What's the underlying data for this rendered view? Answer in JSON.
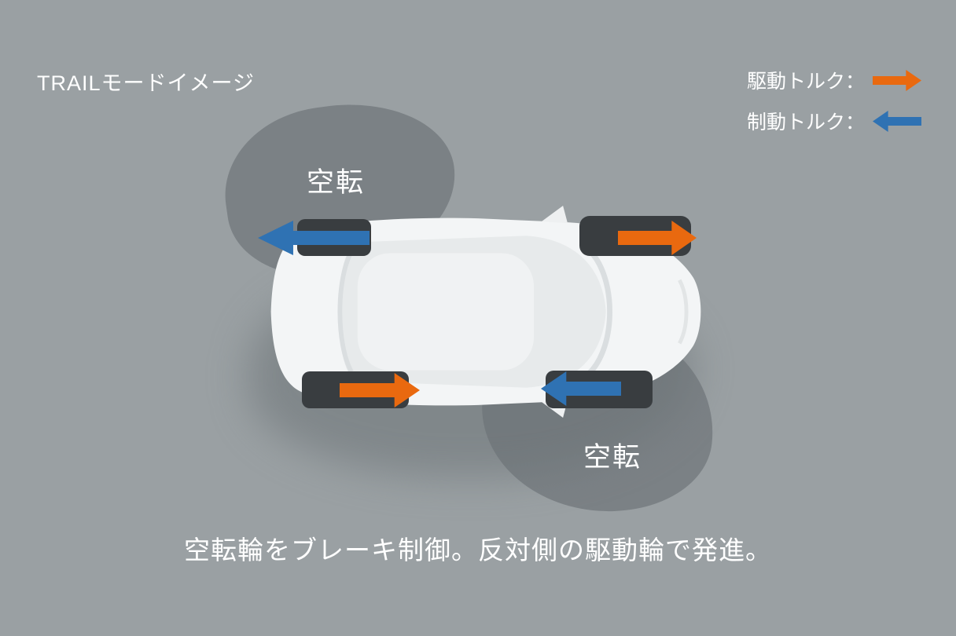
{
  "title": "TRAILモードイメージ",
  "legend": {
    "drive": {
      "label": "駆動トルク：",
      "direction": "right",
      "color": "#e9690f"
    },
    "brake": {
      "label": "制動トルク：",
      "direction": "left",
      "color": "#2f72b3"
    }
  },
  "spin_labels": {
    "top": "空転",
    "bottom": "空転"
  },
  "wheels": [
    {
      "position": "top-left",
      "arrow": "brake",
      "direction": "left",
      "state": "空転"
    },
    {
      "position": "top-right",
      "arrow": "drive",
      "direction": "right",
      "state": ""
    },
    {
      "position": "bottom-left",
      "arrow": "drive",
      "direction": "right",
      "state": ""
    },
    {
      "position": "bottom-right",
      "arrow": "brake",
      "direction": "left",
      "state": "空転"
    }
  ],
  "caption": "空転輪をブレーキ制御。反対側の駆動輪で発進。",
  "colors": {
    "background": "#9aa0a3",
    "slippery_patch": "#7b8185",
    "car_body": "#f3f5f6",
    "tire": "#393d40",
    "drive_arrow": "#e9690f",
    "brake_arrow": "#2f72b3",
    "text": "#ffffff"
  }
}
